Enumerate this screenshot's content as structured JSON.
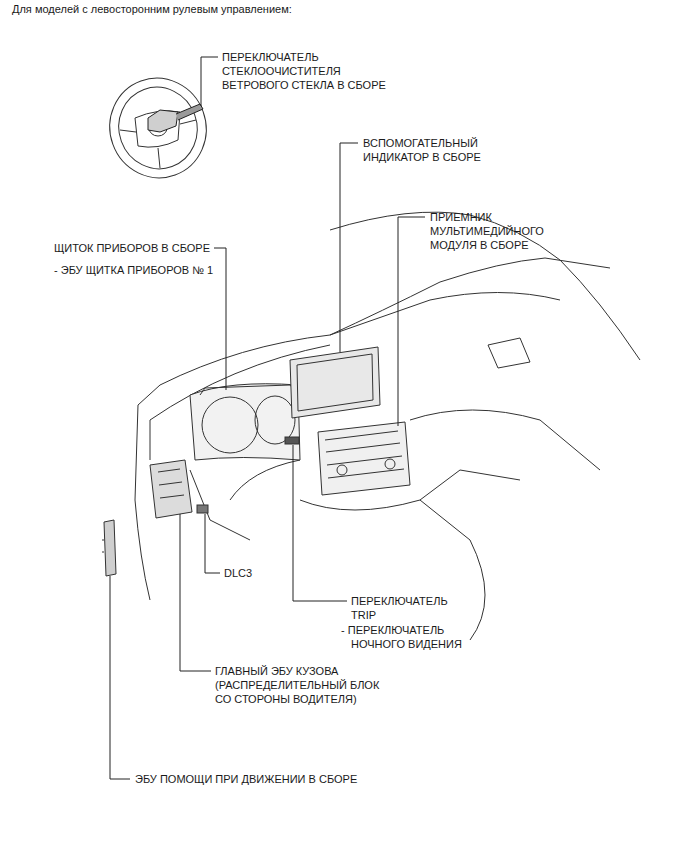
{
  "diagram": {
    "title": "Для моделей с левосторонним рулевым управлением:",
    "labels": [
      "ПЕРЕКЛЮЧАТЕЛЬ СТЕКЛООЧИСТИТЕЛЯ ВЕТРОВОГО СТЕКЛА В СБОРЕ",
      "ВСПОМОГАТЕЛЬНЫЙ ИНДИКАТОР В СБОРЕ",
      "ПРИЕМНИК МУЛЬТИМЕДИЙНОГО МОДУЛЯ В СБОРЕ",
      "ЩИТОК ПРИБОРОВ В СБОРЕ",
      "- ЭБУ ЩИТКА ПРИБОРОВ № 1",
      "DLC3",
      "ПЕРЕКЛЮЧАТЕЛЬ TRIP",
      "- ПЕРЕКЛЮЧАТЕЛЬ НОЧНОГО ВИДЕНИЯ",
      "ГЛАВНЫЙ ЭБУ КУЗОВА (РАСПРЕДЕЛИТЕЛЬНЫЙ БЛОК СО СТОРОНЫ ВОДИТЕЛЯ)",
      "ЭБУ ПОМОЩИ ПРИ ДВИЖЕНИИ В СБОРЕ"
    ]
  }
}
